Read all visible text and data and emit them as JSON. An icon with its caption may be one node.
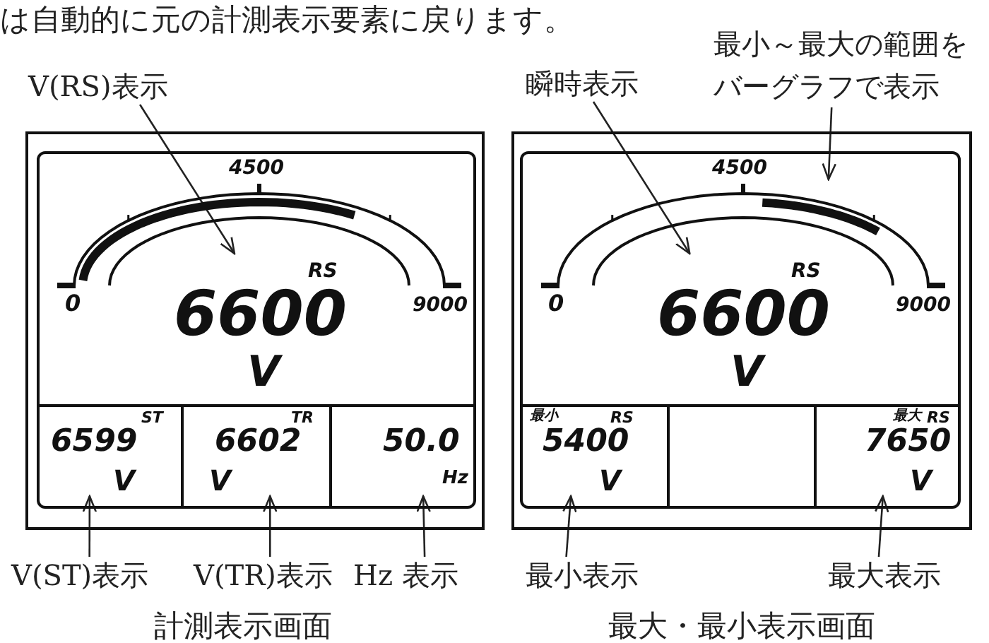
{
  "diagram": {
    "nodes": [
      {
        "text": [],
        "shape": "box"
      },
      {
        "text": [
          "4500",
          "0",
          "9000",
          "RS",
          "6600",
          "V"
        ],
        "in": 0
      },
      {
        "text": [
          "ST",
          "6599",
          "V"
        ],
        "in": 0
      },
      {
        "text": [
          "TR",
          "6602",
          "V"
        ],
        "in": 0
      },
      {
        "text": [
          "50.0",
          "Hz"
        ],
        "in": 0
      },
      {
        "text": [
          "V(RS)表示"
        ]
      },
      {
        "text": [
          "V(ST)表示"
        ]
      },
      {
        "text": [
          "V(TR)表示"
        ]
      },
      {
        "text": [
          "Hz 表示"
        ]
      },
      {
        "text": [],
        "shape": "box"
      },
      {
        "text": [
          "4500",
          "0",
          "9000",
          "RS",
          "6600",
          "V"
        ],
        "in": 9
      },
      {
        "text": [
          "最小",
          "RS",
          "5400",
          "V"
        ],
        "in": 9
      },
      {
        "text": [],
        "shape": "box",
        "in": 9
      },
      {
        "text": [
          "最大",
          "RS",
          "7650",
          "V"
        ],
        "in": 9
      },
      {
        "text": [
          "瞬時表示"
        ]
      },
      {
        "text": [
          "最小～最大の範囲をバーグラフで表示"
        ]
      },
      {
        "text": [
          "最小表示"
        ]
      },
      {
        "text": [
          "最大表示"
        ]
      }
    ],
    "edges": [
      {
        "from": 5,
        "to": 1,
        "arrow": "to"
      },
      {
        "from": 6,
        "to": 2,
        "arrow": "to"
      },
      {
        "from": 7,
        "to": 3,
        "arrow": "to"
      },
      {
        "from": 8,
        "to": 4,
        "arrow": "to"
      },
      {
        "from": 14,
        "to": 10,
        "arrow": "to"
      },
      {
        "from": 15,
        "to": 10,
        "arrow": "to"
      },
      {
        "from": 16,
        "to": 11,
        "arrow": "to"
      },
      {
        "from": 17,
        "to": 13,
        "arrow": "to"
      }
    ],
    "labels": [
      "は自動的に元の計測表示要素に戻ります。",
      "計測表示画面",
      "最大・最小表示画面"
    ]
  }
}
